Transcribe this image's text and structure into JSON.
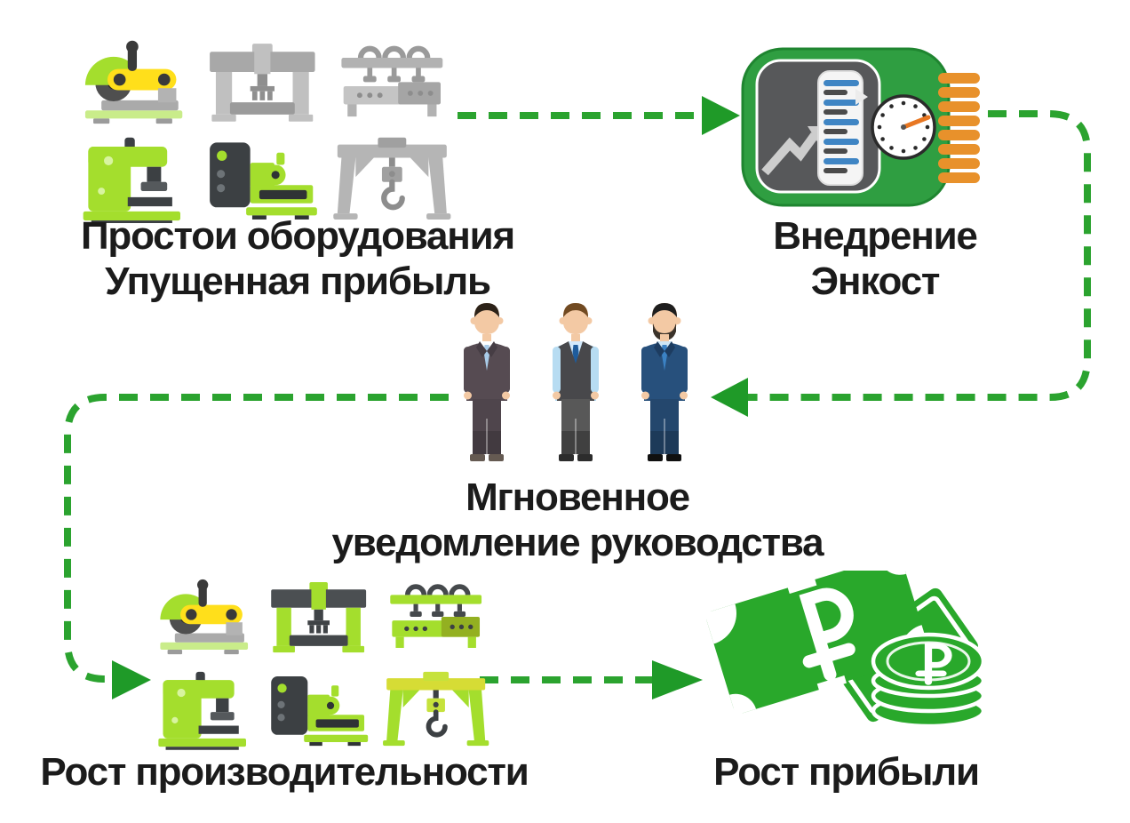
{
  "background": "#ffffff",
  "colors": {
    "caption_text": "#1b1b1b",
    "dash_green": "#2ba32f",
    "arrow_green": "#1f9a28",
    "device_green": "#2f9e41",
    "device_panel_gray": "#57585a",
    "meter_blue": "#3f85c4",
    "pin_orange": "#e8912b",
    "clock_hand_orange": "#e87722",
    "money_green": "#29a82b",
    "machine_green": "#a4de2d",
    "machine_yellow": "#ffdf1b",
    "machine_gray": "#b5b5b5",
    "machine_dark": "#3c4043",
    "skin": "#f3c9a4"
  },
  "nodes": {
    "idle_equipment": {
      "caption_line1": "Простои оборудования",
      "caption_line2": "Упущенная прибыль",
      "icons": [
        {
          "name": "chop-saw-icon",
          "variant": "color"
        },
        {
          "name": "cnc-mill-icon",
          "variant": "gray"
        },
        {
          "name": "multi-head-machine-icon",
          "variant": "gray"
        },
        {
          "name": "press-machine-icon",
          "variant": "green"
        },
        {
          "name": "lathe-machine-icon",
          "variant": "green"
        },
        {
          "name": "gantry-crane-icon",
          "variant": "gray"
        }
      ]
    },
    "encost_device": {
      "caption_line1": "Внедрение",
      "caption_line2": "Энкост",
      "icon": "monitoring-device-icon"
    },
    "managers": {
      "caption_line1": "Мгновенное",
      "caption_line2": "уведомление руководства",
      "icon": "managers-icon",
      "figure_count": 3
    },
    "active_equipment": {
      "caption": "Рост производительности",
      "icons": [
        {
          "name": "chop-saw-icon",
          "variant": "color"
        },
        {
          "name": "cnc-mill-icon",
          "variant": "green"
        },
        {
          "name": "multi-head-machine-icon",
          "variant": "green"
        },
        {
          "name": "press-machine-icon",
          "variant": "green"
        },
        {
          "name": "lathe-machine-icon",
          "variant": "green"
        },
        {
          "name": "gantry-crane-icon",
          "variant": "green"
        }
      ]
    },
    "profit": {
      "caption": "Рост прибыли",
      "icon": "ruble-money-icon",
      "currency_symbol": "₽"
    }
  },
  "flow": [
    {
      "from": "idle_equipment",
      "to": "encost_device",
      "style": "dashed-green-arrow"
    },
    {
      "from": "encost_device",
      "to": "managers",
      "style": "dashed-green-arrow"
    },
    {
      "from": "managers",
      "to": "active_equipment",
      "style": "dashed-green-arrow"
    },
    {
      "from": "active_equipment",
      "to": "profit",
      "style": "dashed-green-arrow"
    }
  ]
}
